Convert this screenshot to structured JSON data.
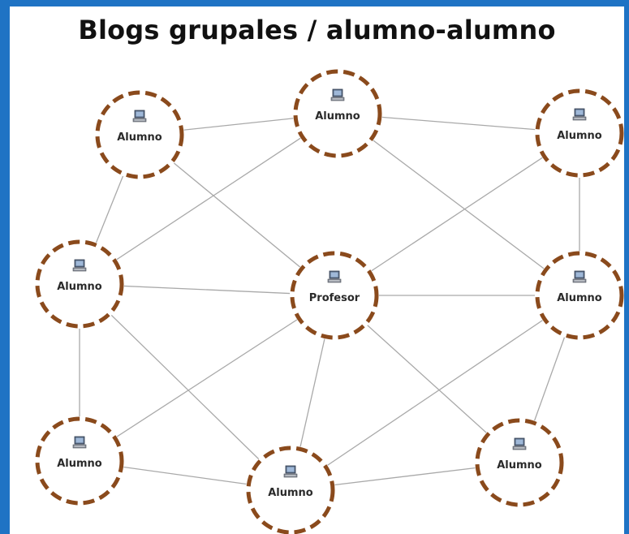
{
  "title": "Blogs grupales  / alumno-alumno",
  "colors": {
    "frame": "#1f73c4",
    "ring_dash": "#8a4a1c",
    "ring_base": "#ffffff",
    "edge": "#a9a9a9"
  },
  "nodes": [
    {
      "id": "n1",
      "label": "Alumno",
      "icon": "computer-icon"
    },
    {
      "id": "n2",
      "label": "Alumno",
      "icon": "computer-icon"
    },
    {
      "id": "n3",
      "label": "Alumno",
      "icon": "computer-icon"
    },
    {
      "id": "n4",
      "label": "Alumno",
      "icon": "computer-icon"
    },
    {
      "id": "n5",
      "label": "Profesor",
      "icon": "computer-icon"
    },
    {
      "id": "n6",
      "label": "Alumno",
      "icon": "computer-icon"
    },
    {
      "id": "n7",
      "label": "Alumno",
      "icon": "computer-icon"
    },
    {
      "id": "n8",
      "label": "Alumno",
      "icon": "computer-icon"
    },
    {
      "id": "n9",
      "label": "Alumno",
      "icon": "computer-icon"
    }
  ],
  "edges": [
    [
      "n1",
      "n2"
    ],
    [
      "n2",
      "n3"
    ],
    [
      "n1",
      "n4"
    ],
    [
      "n1",
      "n5"
    ],
    [
      "n2",
      "n4"
    ],
    [
      "n2",
      "n6"
    ],
    [
      "n3",
      "n5"
    ],
    [
      "n3",
      "n6"
    ],
    [
      "n4",
      "n5"
    ],
    [
      "n4",
      "n7"
    ],
    [
      "n4",
      "n8"
    ],
    [
      "n5",
      "n6"
    ],
    [
      "n5",
      "n7"
    ],
    [
      "n5",
      "n8"
    ],
    [
      "n5",
      "n9"
    ],
    [
      "n6",
      "n8"
    ],
    [
      "n6",
      "n9"
    ],
    [
      "n7",
      "n8"
    ],
    [
      "n8",
      "n9"
    ]
  ]
}
